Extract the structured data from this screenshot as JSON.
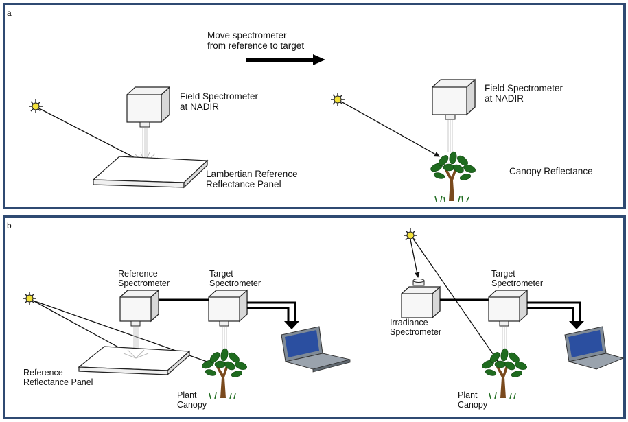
{
  "colors": {
    "border": "#2f4a72",
    "sun_fill": "#f4e23a",
    "foliage": "#1f6b1f",
    "trunk": "#7a4a1e",
    "laptop_screen": "#2b4fa0",
    "device_face": "#efefef"
  },
  "icons": [
    "sun-icon",
    "spectrometer-icon",
    "tree-icon",
    "laptop-icon",
    "panel-icon",
    "arrow-icon"
  ],
  "panel_a": {
    "letter": "a",
    "move_label_line1": "Move spectrometer",
    "move_label_line2": "from reference to target",
    "left_spectrometer_line1": "Field Spectrometer",
    "left_spectrometer_line2": "at NADIR",
    "reference_panel_line1": "Lambertian Reference",
    "reference_panel_line2": "Reflectance Panel",
    "right_spectrometer_line1": "Field Spectrometer",
    "right_spectrometer_line2": "at NADIR",
    "canopy_label": "Canopy Reflectance"
  },
  "panel_b": {
    "letter": "b",
    "reference_spectrometer_line1": "Reference",
    "reference_spectrometer_line2": "Spectrometer",
    "target_spectrometer_left_line1": "Target",
    "target_spectrometer_left_line2": "Spectrometer",
    "reference_panel_line1": "Reference",
    "reference_panel_line2": "Reflectance Panel",
    "plant_left_line1": "Plant",
    "plant_left_line2": "Canopy",
    "irradiance_line1": "Irradiance",
    "irradiance_line2": "Spectrometer",
    "target_spectrometer_right_line1": "Target",
    "target_spectrometer_right_line2": "Spectrometer",
    "plant_right_line1": "Plant",
    "plant_right_line2": "Canopy"
  }
}
